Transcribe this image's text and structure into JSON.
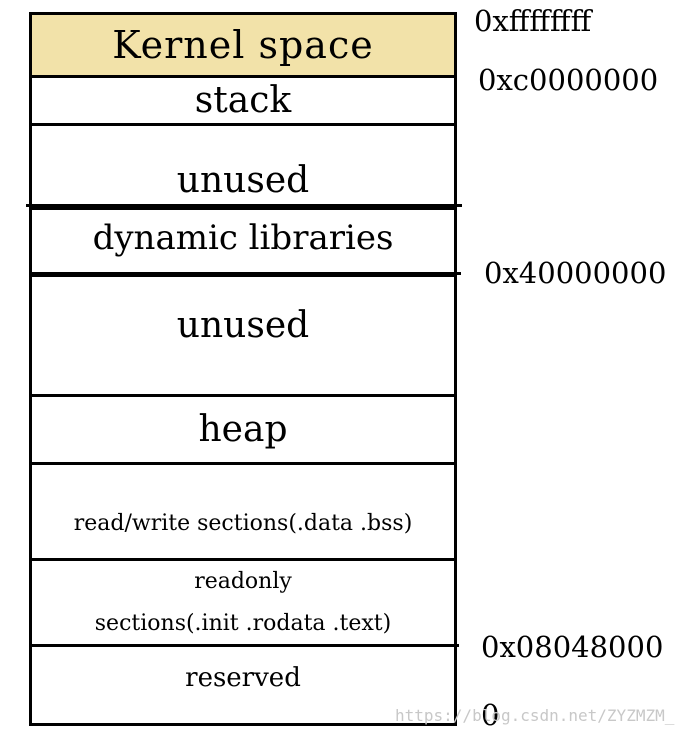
{
  "segments": {
    "kernel": "Kernel  space",
    "stack": "stack",
    "unused_upper": "unused",
    "dynamic_libraries": "dynamic libraries",
    "unused_lower": "unused",
    "heap": "heap",
    "read_write": "read/write sections(.data .bss)",
    "readonly_line1": "readonly",
    "readonly_line2": "sections(.init .rodata .text)",
    "reserved": "reserved"
  },
  "addresses": {
    "top": "0xffffffff",
    "kernel_start": "0xc0000000",
    "mmap_base": "0x40000000",
    "text_start": "0x08048000",
    "zero": "0"
  },
  "watermark": "https://blog.csdn.net/ZYZMZM_",
  "colors": {
    "kernel_fill": "#f2e2a9",
    "border": "#000000"
  }
}
